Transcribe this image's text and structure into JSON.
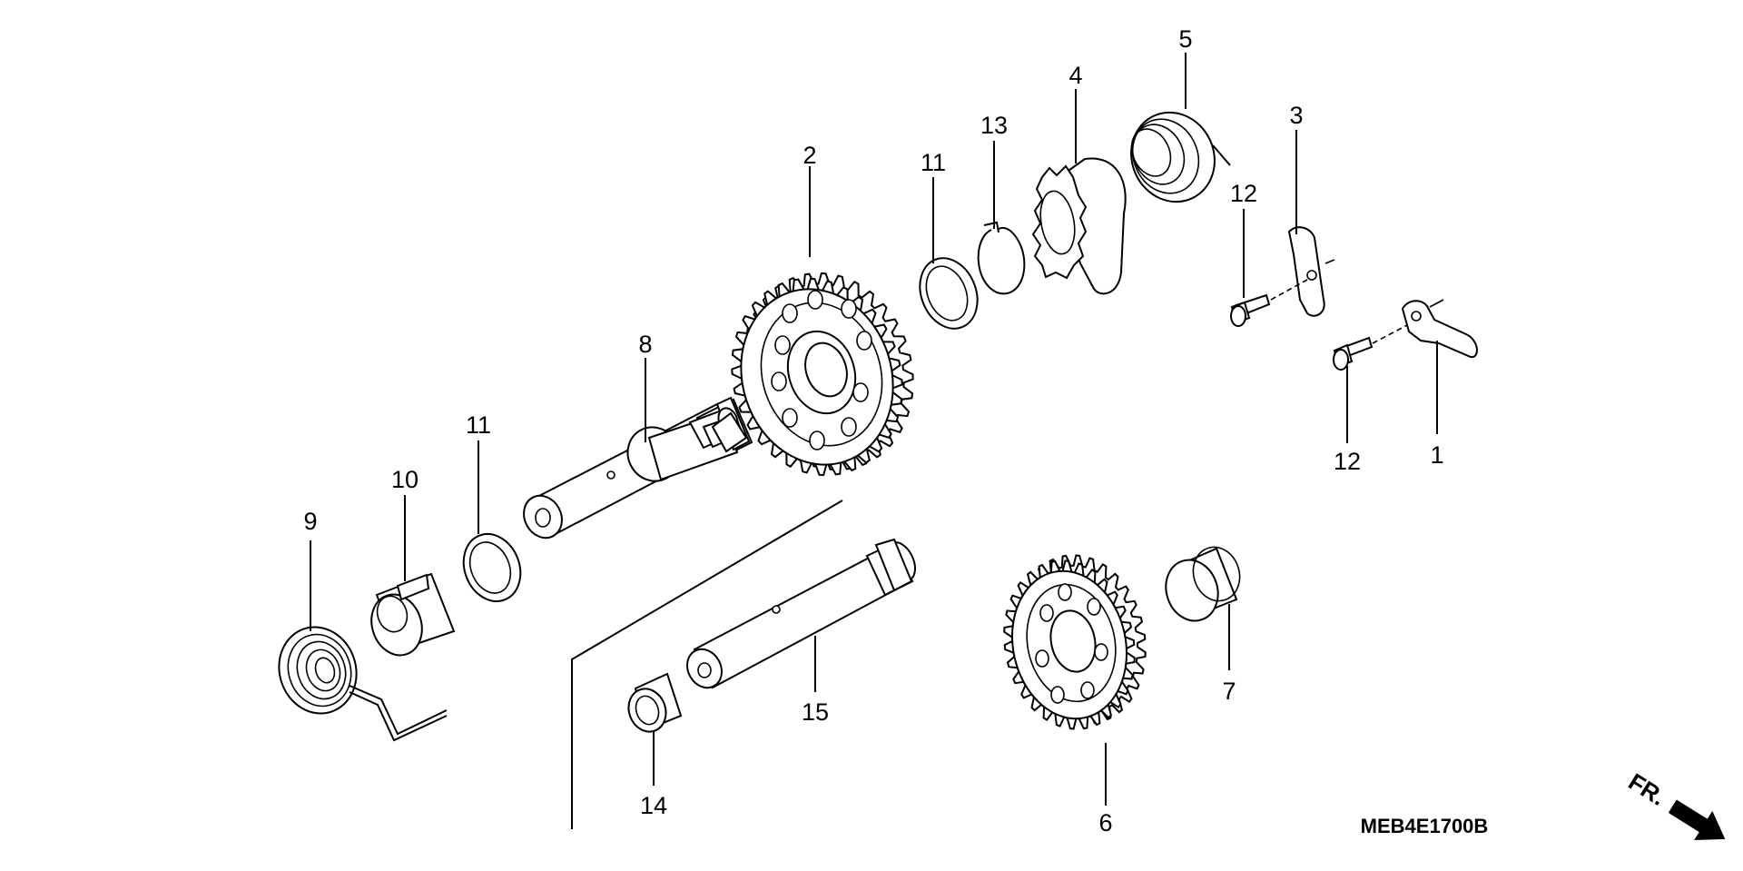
{
  "labels": {
    "p1": "1",
    "p2": "2",
    "p3": "3",
    "p4": "4",
    "p5": "5",
    "p6": "6",
    "p7": "7",
    "p8": "8",
    "p9": "9",
    "p10": "10",
    "p11a": "11",
    "p11b": "11",
    "p12a": "12",
    "p12b": "12",
    "p13": "13",
    "p14": "14",
    "p15": "15"
  },
  "diagram_code": "MEB4E1700B",
  "front_indicator": "FR."
}
